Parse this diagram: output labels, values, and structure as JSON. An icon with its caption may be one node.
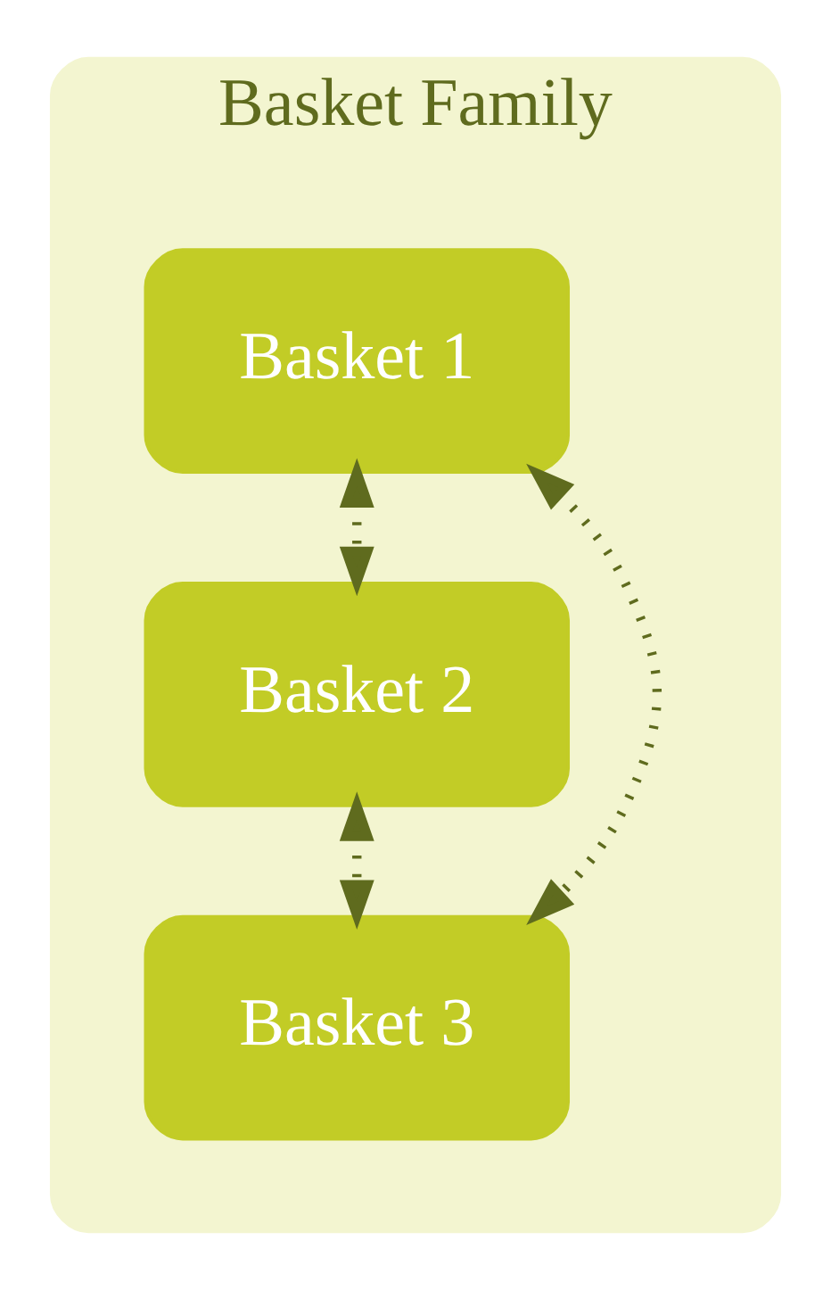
{
  "diagram": {
    "nodes": [
      {
        "text": [
          "Basket Family"
        ]
      },
      {
        "text": [
          "Basket 1"
        ],
        "in": 0
      },
      {
        "text": [
          "Basket 2"
        ],
        "in": 0
      },
      {
        "text": [
          "Basket 3"
        ],
        "in": 0
      }
    ],
    "edges": [
      {
        "from": 1,
        "to": 2,
        "arrow": "both",
        "style": "dashed"
      },
      {
        "from": 1,
        "to": 3,
        "arrow": "both",
        "style": "dashed"
      },
      {
        "from": 2,
        "to": 3,
        "arrow": "both",
        "style": "dashed"
      }
    ]
  }
}
